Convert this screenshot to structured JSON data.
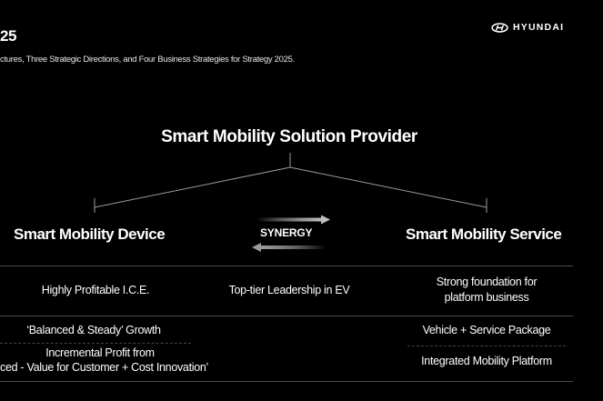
{
  "header": {
    "title_fragment": "25",
    "subtitle_fragment": "ctures, Three Strategic Directions, and Four Business Strategies for Strategy 2025.",
    "brand": "HYUNDAI",
    "brand_icon": "hyundai-logo-icon"
  },
  "diagram": {
    "vision": "Smart Mobility Solution Provider",
    "left_pillar": "Smart Mobility Device",
    "right_pillar": "Smart Mobility Service",
    "synergy": "SYNERGY",
    "directions": {
      "left": "Highly Profitable I.C.E.",
      "center": "Top-tier Leadership in EV",
      "right_line1": "Strong foundation for",
      "right_line2": "platform business"
    },
    "strategies": {
      "left_1": "‘Balanced & Steady’ Growth",
      "left_2_line1": "Incremental Profit from",
      "left_2_line2": "ced - Value for Customer + Cost Innovation’",
      "right_1": "Vehicle + Service Package",
      "right_2": "Integrated Mobility Platform"
    }
  },
  "colors": {
    "background": "#000000",
    "text": "#ffffff",
    "connector": "#9a9a9a",
    "divider": "#4a4a4a"
  }
}
